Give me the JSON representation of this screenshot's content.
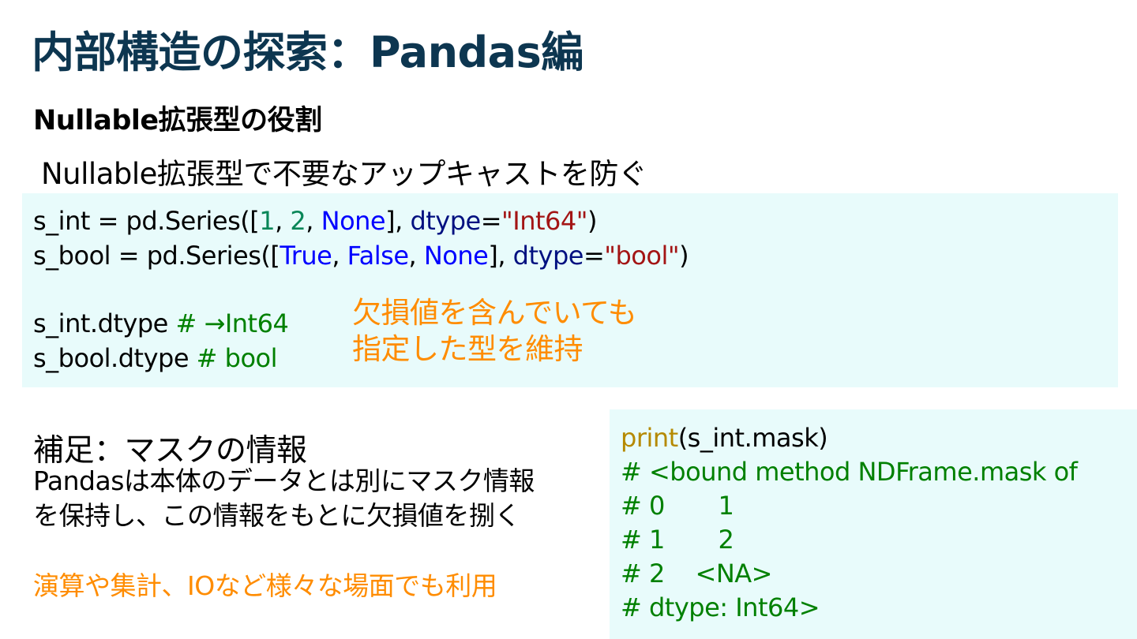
{
  "title": "内部構造の探索：Pandas編",
  "subtitle": "Nullable拡張型の役割",
  "lead": "Nullable拡張型で不要なアップキャストを防ぐ",
  "code_block_1": {
    "line1": {
      "a": "s_int = pd.Series([",
      "n1": "1",
      "sep1": ", ",
      "n2": "2",
      "sep2": ", ",
      "none": "None",
      "b": "], ",
      "dtype": "dtype",
      "eq": "=",
      "str": "\"Int64\"",
      "end": ")"
    },
    "line2": {
      "a": "s_bool = pd.Series([",
      "t": "True",
      "sep1": ", ",
      "f": "False",
      "sep2": ", ",
      "none": "None",
      "b": "], ",
      "dtype": "dtype",
      "eq": "=",
      "str": "\"bool\"",
      "end": ")"
    },
    "line3": {
      "code": "s_int.dtype ",
      "comment": "# →Int64"
    },
    "line4": {
      "code": "s_bool.dtype ",
      "comment": "# bool"
    }
  },
  "annotation": {
    "line1": "欠損値を含んでいても",
    "line2": "指定した型を維持"
  },
  "supplement": {
    "title": "補足：マスクの情報",
    "body_line1": "Pandasは本体のデータとは別にマスク情報",
    "body_line2": "を保持し、この情報をもとに欠損値を捌く",
    "note": "演算や集計、IOなど様々な場面でも利用"
  },
  "code_block_2": {
    "line1": {
      "func": "print",
      "rest": "(s_int.mask)"
    },
    "line2": "# <bound method NDFrame.mask of",
    "line3": "# 0       1",
    "line4": "# 1       2",
    "line5": "# 2    <NA>",
    "line6": "# dtype: Int64>"
  },
  "colors": {
    "title": "#0d3650",
    "accent": "#ff8c00",
    "code_bg": "#e8fbfb",
    "comment": "#008000",
    "keyword": "#0000ff",
    "number": "#098658",
    "string": "#a31515",
    "param": "#001080",
    "func": "#b58900"
  }
}
